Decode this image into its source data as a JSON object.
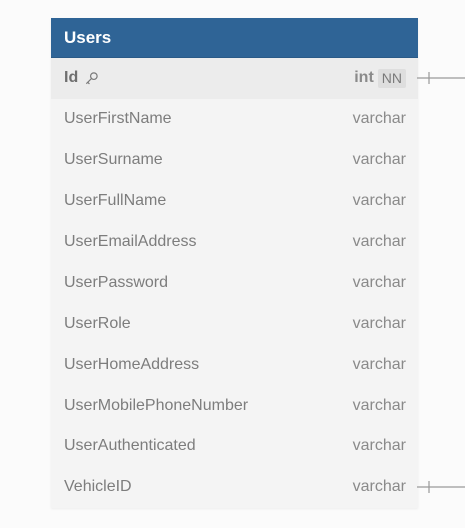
{
  "table": {
    "name": "Users",
    "columns": [
      {
        "name": "Id",
        "type": "int",
        "badge": "NN",
        "primary_key": true
      },
      {
        "name": "UserFirstName",
        "type": "varchar"
      },
      {
        "name": "UserSurname",
        "type": "varchar"
      },
      {
        "name": "UserFullName",
        "type": "varchar"
      },
      {
        "name": "UserEmailAddress",
        "type": "varchar"
      },
      {
        "name": "UserPassword",
        "type": "varchar"
      },
      {
        "name": "UserRole",
        "type": "varchar"
      },
      {
        "name": "UserHomeAddress",
        "type": "varchar"
      },
      {
        "name": "UserMobilePhoneNumber",
        "type": "varchar"
      },
      {
        "name": "UserAuthenticated",
        "type": "varchar"
      },
      {
        "name": "VehicleID",
        "type": "varchar"
      }
    ]
  },
  "icons": {
    "primary_key": "key-icon",
    "relation": "relationship-connector"
  },
  "colors": {
    "header_bg": "#2f6496",
    "header_text": "#ffffff",
    "row_bg": "#f4f4f4",
    "pk_row_bg": "#ececec",
    "text": "#7d7d7d",
    "badge_bg": "#dedede"
  }
}
